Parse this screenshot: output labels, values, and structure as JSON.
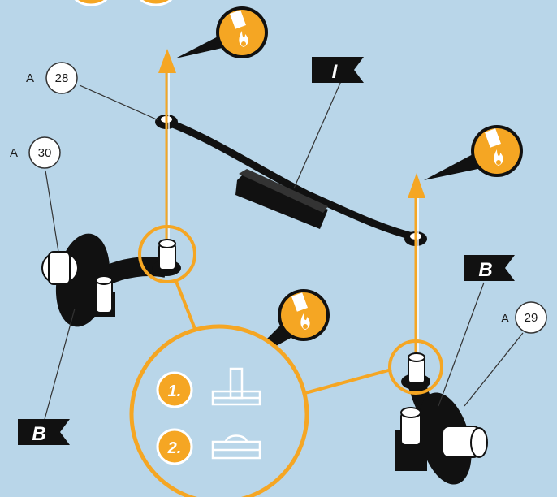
{
  "callouts": [
    {
      "prefix": "A",
      "number": "28"
    },
    {
      "prefix": "A",
      "number": "30"
    },
    {
      "prefix": "A",
      "number": "29"
    }
  ],
  "flags": [
    {
      "letter": "I"
    },
    {
      "letter": "B"
    },
    {
      "letter": "B"
    }
  ],
  "steps": [
    {
      "label": "1."
    },
    {
      "label": "2."
    }
  ],
  "icons": [
    "heat-gun-icon",
    "heat-gun-icon",
    "heat-gun-icon",
    "heat-gun-icon"
  ],
  "colors": {
    "background": "#b9d6e9",
    "accent": "#f5a623",
    "part": "#111111",
    "peg": "#ffffff"
  }
}
